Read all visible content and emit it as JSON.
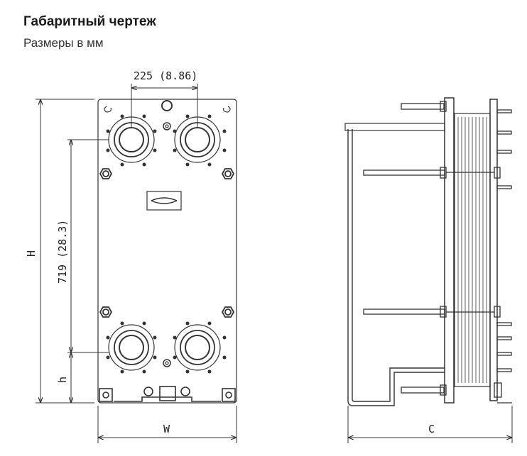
{
  "title": "Габаритный чертеж",
  "subtitle": "Размеры в мм",
  "dimensions": {
    "port_spacing": "225  (8.86)",
    "port_vertical": "719  (28.3)",
    "height": "H",
    "port_bottom": "h",
    "width": "W",
    "length": "C"
  }
}
